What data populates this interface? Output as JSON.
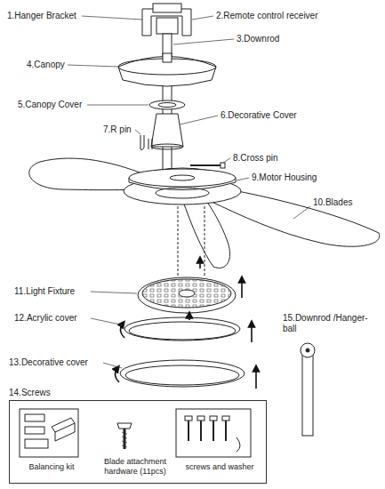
{
  "diagram": {
    "nodes": [
      {
        "text": [
          "14.Screws"
        ]
      },
      {
        "text": [
          "Balancing kit"
        ],
        "in": 0
      },
      {
        "text": [
          "Blade attachment hardware (11pcs)"
        ],
        "in": 0
      },
      {
        "text": [
          "screws and washer"
        ],
        "in": 0
      }
    ],
    "labels": [
      "1.Hanger Bracket",
      "2.Remote control receiver",
      "3.Downrod",
      "4.Canopy",
      "5.Canopy Cover",
      "6.Decorative Cover",
      "7.R pin",
      "8.Cross pin",
      "9.Motor Housing",
      "10.Blades",
      "11.Light Fixture",
      "12.Acrylic cover",
      "13.Decorative cover",
      "15.Downrod /Hanger-ball"
    ]
  }
}
